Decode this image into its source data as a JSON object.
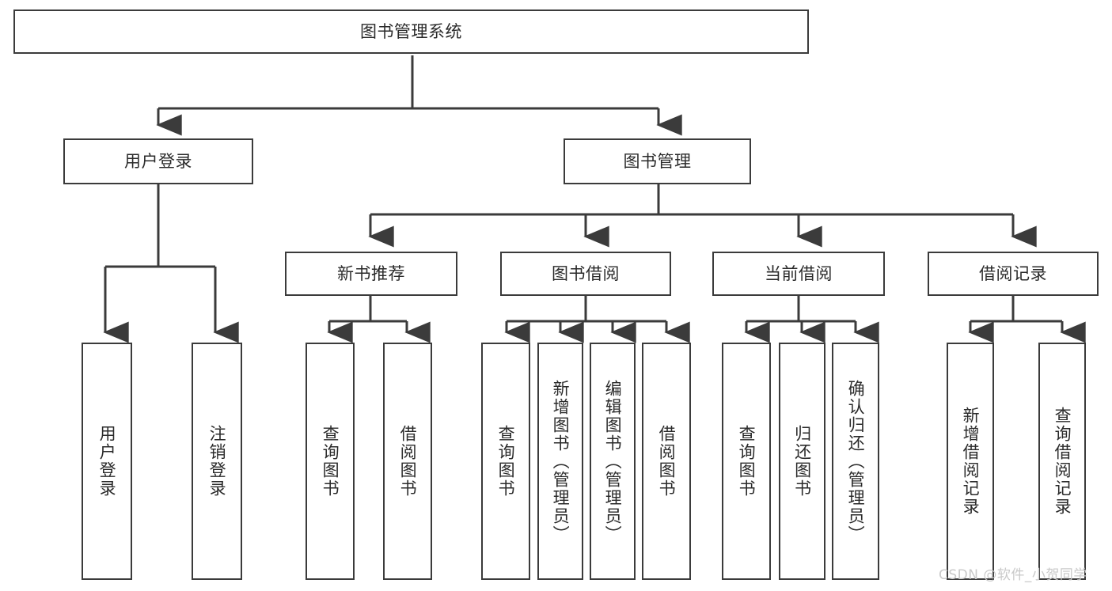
{
  "diagram": {
    "type": "tree",
    "title": "图书管理系统",
    "style": {
      "background": "#ffffff",
      "stroke": "#3b3b3b",
      "text": "#2a2a2a",
      "watermark_color": "#c9c9c9"
    },
    "nodes": {
      "root": {
        "label": "图书管理系统"
      },
      "l2": [
        {
          "id": "user_login",
          "label": "用户登录"
        },
        {
          "id": "book_mgmt",
          "label": "图书管理"
        }
      ],
      "l3": [
        {
          "id": "new_book_rec",
          "label": "新书推荐"
        },
        {
          "id": "book_borrow",
          "label": "图书借阅"
        },
        {
          "id": "current_borrow",
          "label": "当前借阅"
        },
        {
          "id": "borrow_record",
          "label": "借阅记录"
        }
      ],
      "leaves_user_login": [
        {
          "id": "leaf_user_login",
          "label": "用户登录"
        },
        {
          "id": "leaf_user_logout",
          "label": "注销登录"
        }
      ],
      "leaves_new_book_rec": [
        {
          "id": "leaf_query_book_1",
          "label": "查询图书"
        },
        {
          "id": "leaf_borrow_book_1",
          "label": "借阅图书"
        }
      ],
      "leaves_book_borrow": [
        {
          "id": "leaf_query_book_2",
          "label": "查询图书"
        },
        {
          "id": "leaf_add_book",
          "label": "新增图书（管理员）"
        },
        {
          "id": "leaf_edit_book",
          "label": "编辑图书（管理员）"
        },
        {
          "id": "leaf_borrow_book_2",
          "label": "借阅图书"
        }
      ],
      "leaves_current_borrow": [
        {
          "id": "leaf_query_book_3",
          "label": "查询图书"
        },
        {
          "id": "leaf_return_book",
          "label": "归还图书"
        },
        {
          "id": "leaf_confirm_return",
          "label": "确认归还（管理员）"
        }
      ],
      "leaves_borrow_record": [
        {
          "id": "leaf_add_record",
          "label": "新增借阅记录"
        },
        {
          "id": "leaf_query_record",
          "label": "查询借阅记录"
        }
      ]
    },
    "watermark": "CSDN @软件_小贺同学"
  }
}
